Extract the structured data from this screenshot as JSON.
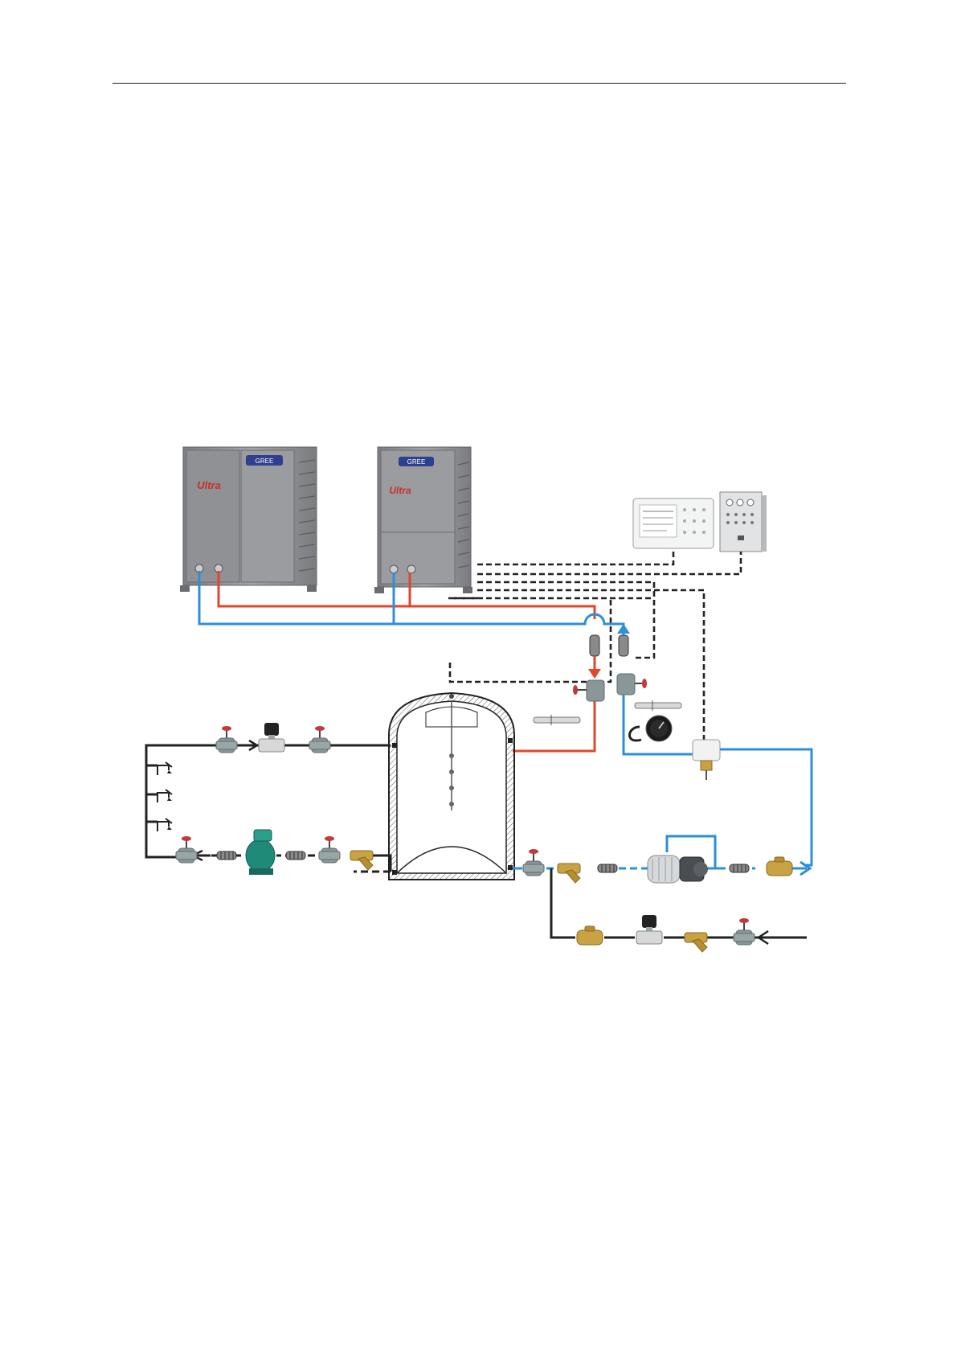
{
  "page": {
    "has_header_rule": true
  },
  "units": [
    {
      "brand": "GREE",
      "badge": "Ultra"
    },
    {
      "brand": "GREE",
      "badge": "Ultra"
    }
  ],
  "colors": {
    "hot_pipe": "#e2452a",
    "cold_pipe": "#2d8fd8",
    "supply_pipe": "#222222",
    "signal_line": "#222222",
    "unit_body": "#8d8f92",
    "valve_body": "#8a9799",
    "brass": "#c9a243",
    "pump_green": "#1f8a78",
    "valve_handle": "#c23a3a"
  },
  "icons": [
    "outdoor-unit-icon",
    "wired-controller-icon",
    "electric-control-cabinet-icon",
    "water-tank-icon",
    "gate-valve-icon",
    "solenoid-valve-icon",
    "y-strainer-icon",
    "check-valve-icon",
    "flexible-joint-icon",
    "circulation-pump-icon",
    "booster-pump-icon",
    "temperature-sensor-icon",
    "pressure-gauge-icon",
    "flow-switch-icon",
    "water-outlet-tap-icon",
    "flow-arrow-icon"
  ]
}
